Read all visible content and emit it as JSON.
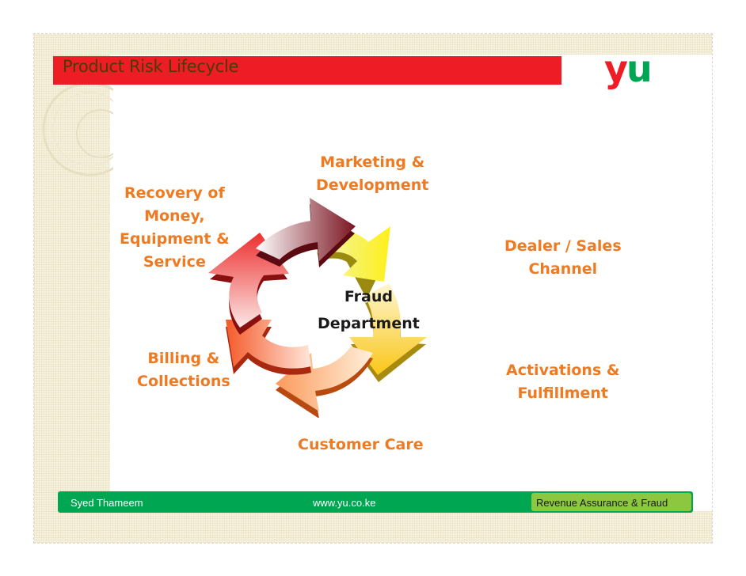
{
  "title": "Product Risk Lifecycle",
  "logo": {
    "text": "yu"
  },
  "diagram": {
    "center": {
      "line1": "Fraud",
      "line2": "Department"
    },
    "stages": [
      {
        "line1": "Marketing &",
        "line2": "Development"
      },
      {
        "line1": "Dealer / Sales",
        "line2": "Channel"
      },
      {
        "line1": "Activations &",
        "line2": "Fulfillment"
      },
      {
        "line1": "Customer Care"
      },
      {
        "line1": "Billing &",
        "line2": "Collections"
      },
      {
        "line1": "Recovery of",
        "line2": "Money,",
        "line3": "Equipment &",
        "line4": "Service"
      }
    ]
  },
  "footer": {
    "author": "Syed Thameem",
    "website": "www.yu.co.ke",
    "department": "Revenue Assurance & Fraud"
  },
  "colors": {
    "title_bar": "#ee1c25",
    "title_text": "#4a3a06",
    "label_text": "#ee7a22",
    "footer": "#00a651",
    "footer_box": "#8dc63f",
    "logo_red": "#ee1c25",
    "logo_green": "#00a651"
  }
}
